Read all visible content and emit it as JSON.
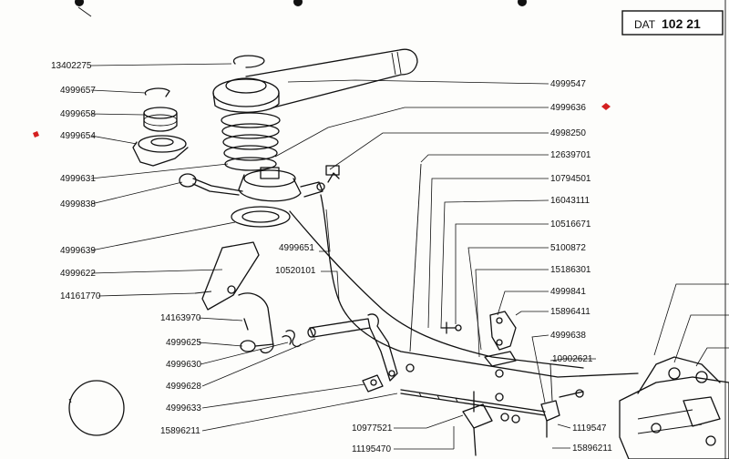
{
  "header": {
    "doc_prefix": "DAT",
    "doc_number": "102 21"
  },
  "labels": {
    "p13402275": "13402275",
    "p4999657": "4999657",
    "p4999658": "4999658",
    "p4999654": "4999654",
    "p4999631": "4999631",
    "p4999838": "4999838",
    "p4999639": "4999639",
    "p4999622": "4999622",
    "p14161770": "14161770",
    "p14163970": "14163970",
    "p4999625": "4999625",
    "p4999630": "4999630",
    "p4999628": "4999628",
    "p4999633": "4999633",
    "p15896211_left": "15896211",
    "p10977521": "10977521",
    "p11195470": "11195470",
    "p4999547": "4999547",
    "p4999636": "4999636",
    "p4998250": "4998250",
    "p12639701": "12639701",
    "p10794501": "10794501",
    "p16043111": "16043111",
    "p10516671": "10516671",
    "p5100872": "5100872",
    "p15186301": "15186301",
    "p4999841": "4999841",
    "p15896411": "15896411",
    "p4999638": "4999638",
    "p10902621": "10902621",
    "p11195471": "1119547",
    "p15896211_right": "15896211",
    "p4999651": "4999651",
    "p10520101": "10520101"
  },
  "colors": {
    "ink": "#111111",
    "mark_red": "#d42020",
    "paper": "#fdfdfb"
  }
}
